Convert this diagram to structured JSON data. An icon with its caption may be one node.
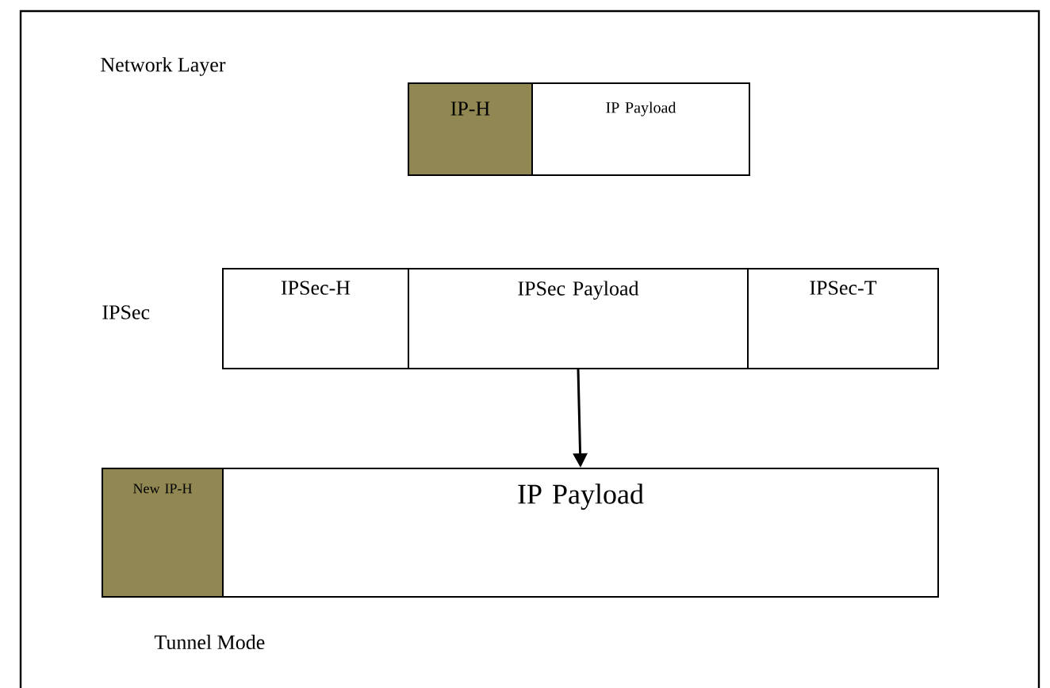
{
  "diagram": {
    "nodes": [
      {
        "text": [
          "IP-H"
        ]
      },
      {
        "text": [
          "IP Payload"
        ]
      },
      {
        "text": [
          "IPSec-H"
        ]
      },
      {
        "text": [
          "IPSec Payload"
        ]
      },
      {
        "text": [
          "IPSec-T"
        ]
      },
      {
        "text": [
          "New IP-H"
        ]
      },
      {
        "text": [
          "IP Payload"
        ]
      }
    ],
    "edges": [
      {
        "from": 3,
        "to": 6,
        "arrow": "to"
      }
    ],
    "labels": [
      "Network Layer",
      "IPSec",
      "Tunnel Mode"
    ]
  }
}
